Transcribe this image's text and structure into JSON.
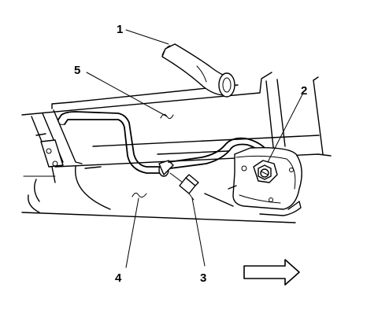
{
  "diagram": {
    "callouts": [
      {
        "id": "1",
        "label": "1"
      },
      {
        "id": "2",
        "label": "2"
      },
      {
        "id": "3",
        "label": "3"
      },
      {
        "id": "4",
        "label": "4"
      },
      {
        "id": "5",
        "label": "5"
      }
    ],
    "direction_arrow": "arrow-right-icon"
  }
}
